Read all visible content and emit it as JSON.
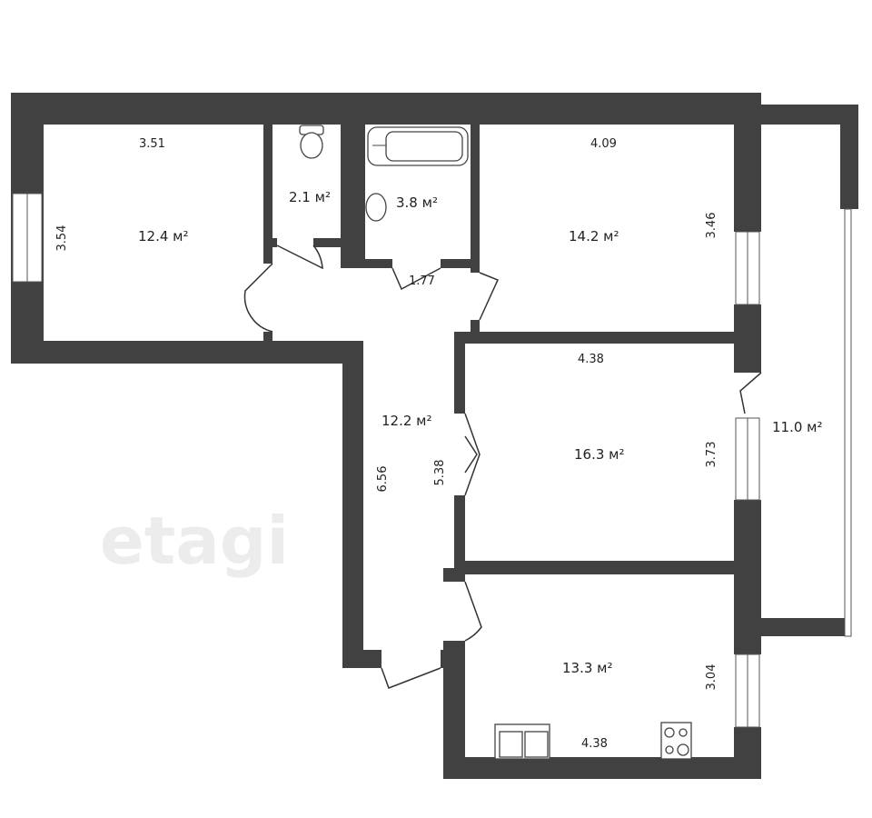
{
  "watermark": "etagi",
  "colors": {
    "wall": "#414141",
    "background": "#ffffff"
  },
  "rooms": [
    {
      "id": "room-1",
      "area": "12.4 м²",
      "width": "3.51",
      "depth": "3.54"
    },
    {
      "id": "wc",
      "area": "2.1 м²"
    },
    {
      "id": "bathroom",
      "area": "3.8 м²",
      "width": "1.77"
    },
    {
      "id": "room-2",
      "area": "14.2 м²",
      "width": "4.09",
      "depth": "3.46"
    },
    {
      "id": "hallway",
      "area": "12.2 м²",
      "length": "6.56",
      "width": "5.38"
    },
    {
      "id": "room-3",
      "area": "16.3 м²",
      "width": "4.38",
      "depth": "3.73"
    },
    {
      "id": "balcony",
      "area": "11.0 м²"
    },
    {
      "id": "kitchen",
      "area": "13.3 м²",
      "width": "4.38",
      "depth": "3.04"
    }
  ]
}
